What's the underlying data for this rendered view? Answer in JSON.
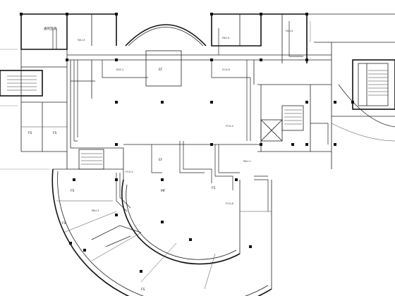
{
  "drawing": {
    "room_labels": [
      "通风空调",
      "FS",
      "FS",
      "EF",
      "EF",
      "FS",
      "MF",
      "FS",
      "FS",
      "FS"
    ],
    "tags": [
      "FAU-3",
      "FAU-5",
      "FAU-4",
      "EAF-2",
      "FCU-6",
      "FCU-4",
      "FCU-2",
      "PAU-1",
      "PAU-2",
      "FCU-8"
    ]
  }
}
